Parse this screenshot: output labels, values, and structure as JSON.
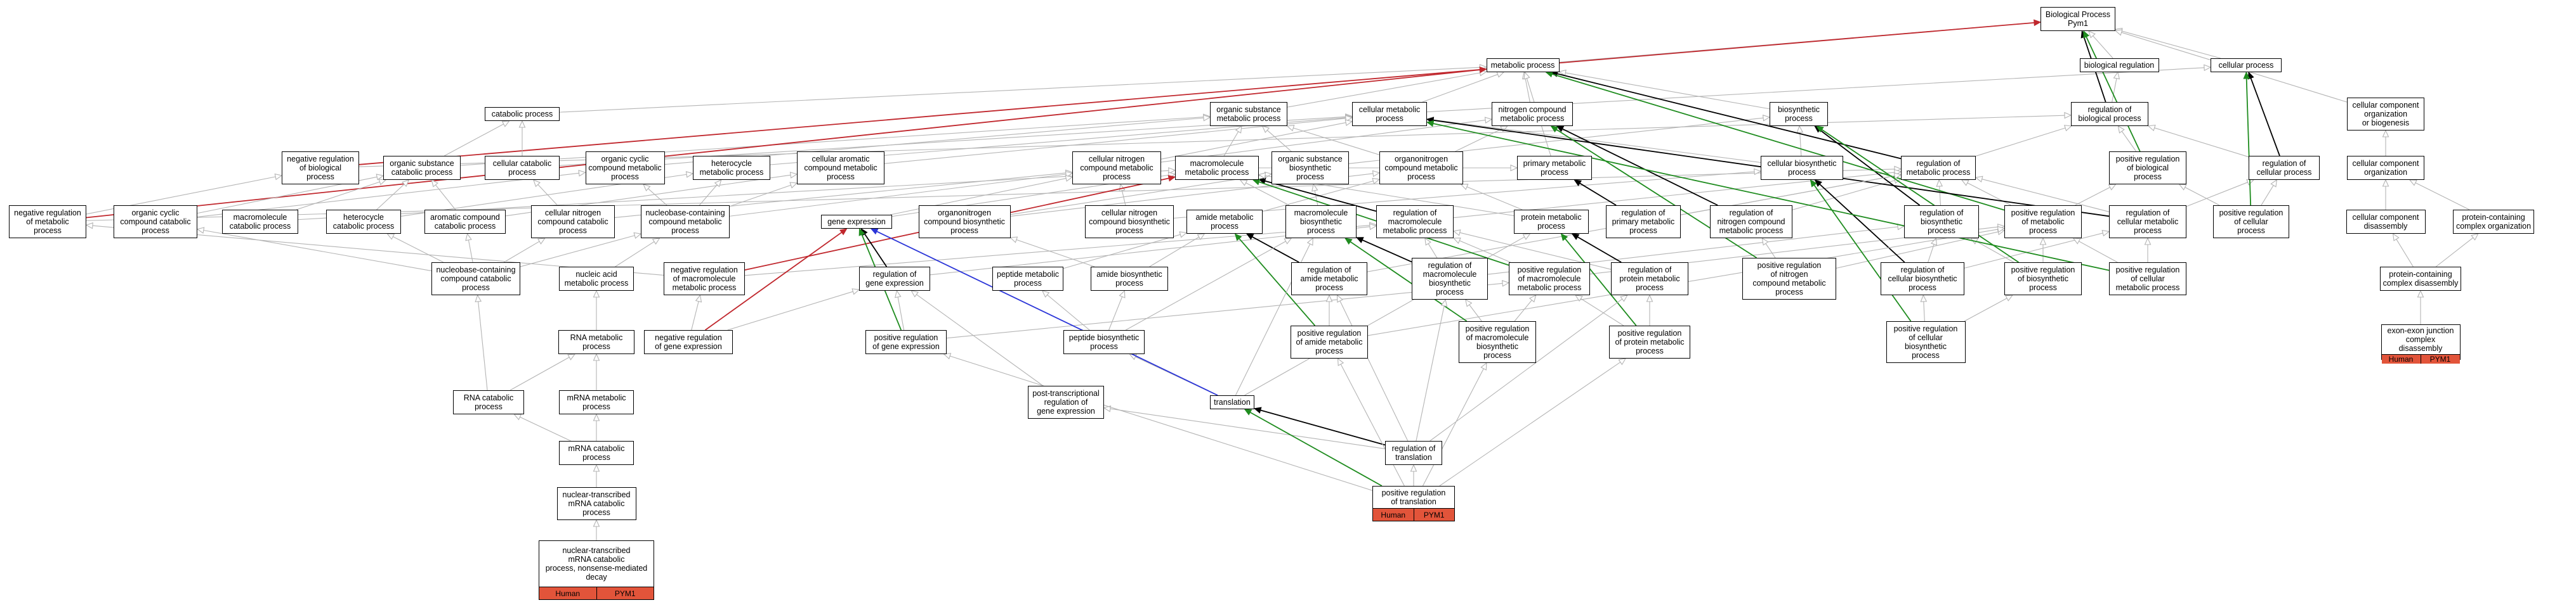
{
  "nodes": [
    {
      "label": "Biological Process\nPym1"
    },
    {
      "label": "biological regulation"
    },
    {
      "label": "cellular process"
    },
    {
      "label": "metabolic process"
    },
    {
      "label": "catabolic process"
    },
    {
      "label": "organic substance\nmetabolic process"
    },
    {
      "label": "cellular metabolic\nprocess"
    },
    {
      "label": "nitrogen compound\nmetabolic process"
    },
    {
      "label": "biosynthetic\nprocess"
    },
    {
      "label": "regulation of\nbiological process"
    },
    {
      "label": "cellular component\norganization\nor biogenesis"
    },
    {
      "label": "negative regulation\nof biological\nprocess"
    },
    {
      "label": "organic substance\ncatabolic process"
    },
    {
      "label": "cellular catabolic\nprocess"
    },
    {
      "label": "organic cyclic\ncompound metabolic\nprocess"
    },
    {
      "label": "heterocycle\nmetabolic process"
    },
    {
      "label": "cellular aromatic\ncompound metabolic\nprocess"
    },
    {
      "label": "cellular nitrogen\ncompound metabolic\nprocess"
    },
    {
      "label": "macromolecule\nmetabolic process"
    },
    {
      "label": "organic substance\nbiosynthetic\nprocess"
    },
    {
      "label": "organonitrogen\ncompound metabolic\nprocess"
    },
    {
      "label": "primary metabolic\nprocess"
    },
    {
      "label": "cellular biosynthetic\nprocess"
    },
    {
      "label": "regulation of\nmetabolic process"
    },
    {
      "label": "positive regulation\nof biological\nprocess"
    },
    {
      "label": "regulation of\ncellular process"
    },
    {
      "label": "cellular component\norganization"
    },
    {
      "label": "negative regulation\nof metabolic\nprocess"
    },
    {
      "label": "organic cyclic\ncompound catabolic\nprocess"
    },
    {
      "label": "macromolecule\ncatabolic process"
    },
    {
      "label": "heterocycle\ncatabolic process"
    },
    {
      "label": "aromatic compound\ncatabolic process"
    },
    {
      "label": "cellular nitrogen\ncompound catabolic\nprocess"
    },
    {
      "label": "nucleobase-containing\ncompound metabolic\nprocess"
    },
    {
      "label": "gene expression"
    },
    {
      "label": "organonitrogen\ncompound biosynthetic\nprocess"
    },
    {
      "label": "cellular nitrogen\ncompound biosynthetic\nprocess"
    },
    {
      "label": "amide metabolic\nprocess"
    },
    {
      "label": "macromolecule\nbiosynthetic\nprocess"
    },
    {
      "label": "regulation of\nmacromolecule\nmetabolic process"
    },
    {
      "label": "protein metabolic\nprocess"
    },
    {
      "label": "regulation of\nprimary metabolic\nprocess"
    },
    {
      "label": "regulation of\nnitrogen compound\nmetabolic process"
    },
    {
      "label": "regulation of\nbiosynthetic\nprocess"
    },
    {
      "label": "positive regulation\nof metabolic\nprocess"
    },
    {
      "label": "regulation of\ncellular metabolic\nprocess"
    },
    {
      "label": "positive regulation\nof cellular\nprocess"
    },
    {
      "label": "cellular component\ndisassembly"
    },
    {
      "label": "protein-containing\ncomplex organization"
    },
    {
      "label": "nucleobase-containing\ncompound catabolic\nprocess"
    },
    {
      "label": "nucleic acid\nmetabolic process"
    },
    {
      "label": "negative regulation\nof macromolecule\nmetabolic process"
    },
    {
      "label": "regulation of\ngene expression"
    },
    {
      "label": "peptide metabolic\nprocess"
    },
    {
      "label": "amide biosynthetic\nprocess"
    },
    {
      "label": "regulation of\namide metabolic\nprocess"
    },
    {
      "label": "regulation of\nmacromolecule\nbiosynthetic\nprocess"
    },
    {
      "label": "positive regulation\nof macromolecule\nmetabolic process"
    },
    {
      "label": "regulation of\nprotein metabolic\nprocess"
    },
    {
      "label": "positive regulation\nof nitrogen\ncompound metabolic\nprocess"
    },
    {
      "label": "regulation of\ncellular biosynthetic\nprocess"
    },
    {
      "label": "positive regulation\nof biosynthetic\nprocess"
    },
    {
      "label": "positive regulation\nof cellular\nmetabolic process"
    },
    {
      "label": "protein-containing\ncomplex disassembly"
    },
    {
      "label": "RNA metabolic\nprocess"
    },
    {
      "label": "negative regulation\nof gene expression"
    },
    {
      "label": "positive regulation\nof gene expression"
    },
    {
      "label": "peptide biosynthetic\nprocess"
    },
    {
      "label": "positive regulation\nof amide metabolic\nprocess"
    },
    {
      "label": "positive regulation\nof macromolecule\nbiosynthetic\nprocess"
    },
    {
      "label": "positive regulation\nof protein metabolic\nprocess"
    },
    {
      "label": "positive regulation\nof cellular\nbiosynthetic\nprocess"
    },
    {
      "label": "exon-exon junction\ncomplex disassembly",
      "annotation": [
        "Human",
        "PYM1"
      ]
    },
    {
      "label": "RNA catabolic\nprocess"
    },
    {
      "label": "mRNA metabolic\nprocess"
    },
    {
      "label": "post-transcriptional\nregulation of\ngene expression"
    },
    {
      "label": "translation"
    },
    {
      "label": "mRNA catabolic\nprocess"
    },
    {
      "label": "regulation of\ntranslation"
    },
    {
      "label": "nuclear-transcribed\nmRNA catabolic\nprocess"
    },
    {
      "label": "positive regulation\nof translation",
      "annotation": [
        "Human",
        "PYM1"
      ]
    },
    {
      "label": "nuclear-transcribed\nmRNA catabolic\nprocess, nonsense-mediated\ndecay",
      "annotation": [
        "Human",
        "PYM1"
      ]
    }
  ],
  "edge_colors": {
    "is_a": "#b4b4b4",
    "part_of": "#000000",
    "negatively_regulates": "#c0272d",
    "positively_regulates": "#1f8c1f",
    "regulates": "#2b35d8"
  }
}
